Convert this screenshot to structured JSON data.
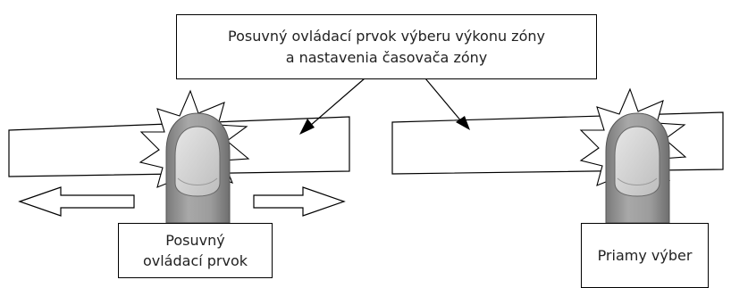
{
  "callout": {
    "line1": "Posuvný ovládací prvok výberu výkonu zóny",
    "line2": "a nastavenia časovača zóny"
  },
  "left_panel": {
    "label_line1": "Posuvný",
    "label_line2": "ovládací prvok"
  },
  "right_panel": {
    "label": "Priamy výber"
  },
  "icons": [
    "slider-bar",
    "finger-icon",
    "tap-burst-icon",
    "left-arrow-icon",
    "right-arrow-icon"
  ],
  "colors": {
    "line": "#000000",
    "finger_fill": "#9a9a9a",
    "nail_fill": "#d4d4d4",
    "background": "#ffffff"
  }
}
